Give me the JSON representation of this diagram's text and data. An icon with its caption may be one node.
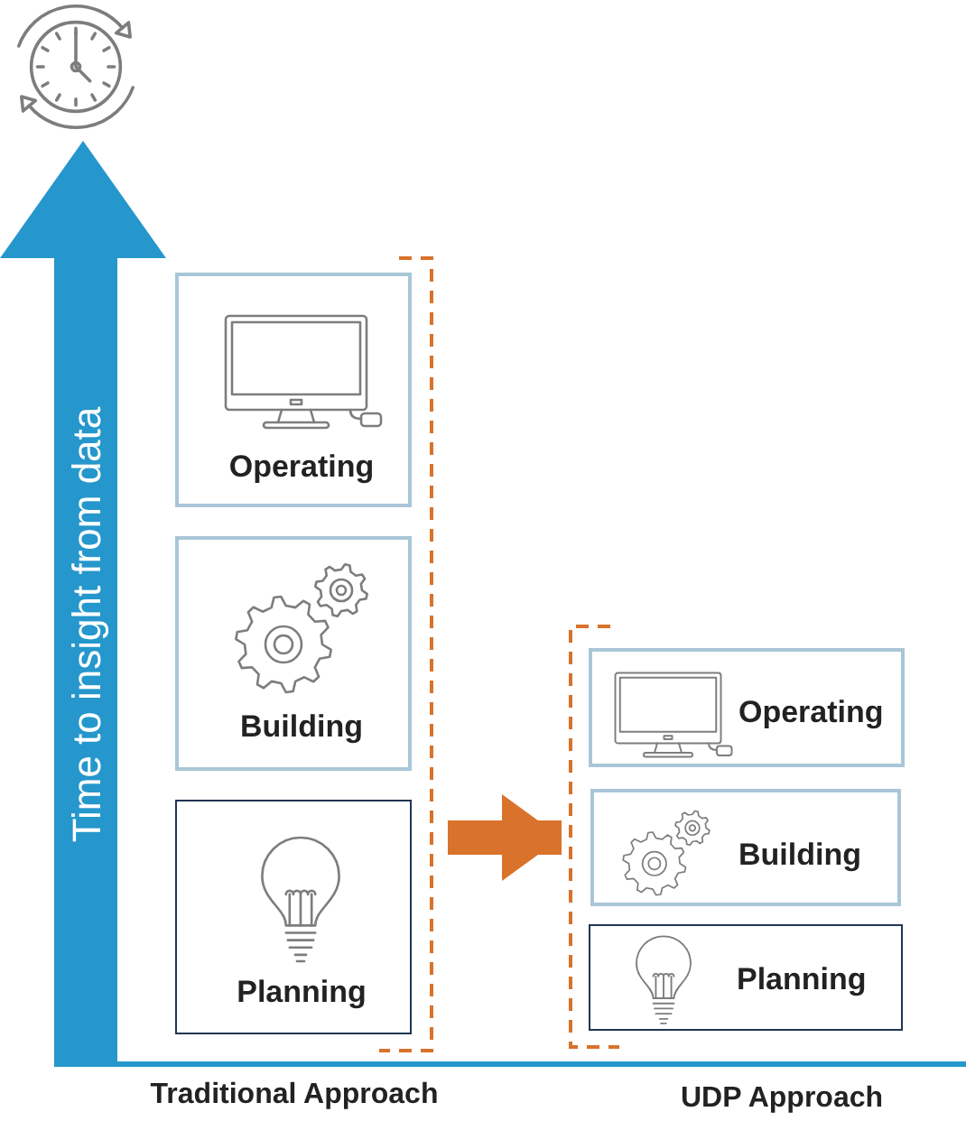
{
  "diagram": {
    "nodes": [
      {
        "text": [
          "Traditional Approach"
        ]
      },
      {
        "text": [
          "Operating"
        ],
        "in": 0
      },
      {
        "text": [
          "Building"
        ],
        "in": 0
      },
      {
        "text": [
          "Planning"
        ],
        "in": 0
      },
      {
        "text": [
          "UDP Approach"
        ]
      },
      {
        "text": [
          "Operating"
        ],
        "in": 4
      },
      {
        "text": [
          "Building"
        ],
        "in": 4
      },
      {
        "text": [
          "Planning"
        ],
        "in": 4
      }
    ],
    "edges": [
      {
        "from": 0,
        "to": 4,
        "arrow": "to",
        "color": "#d9722a"
      }
    ],
    "labels": [
      "Time to insight from data"
    ]
  }
}
